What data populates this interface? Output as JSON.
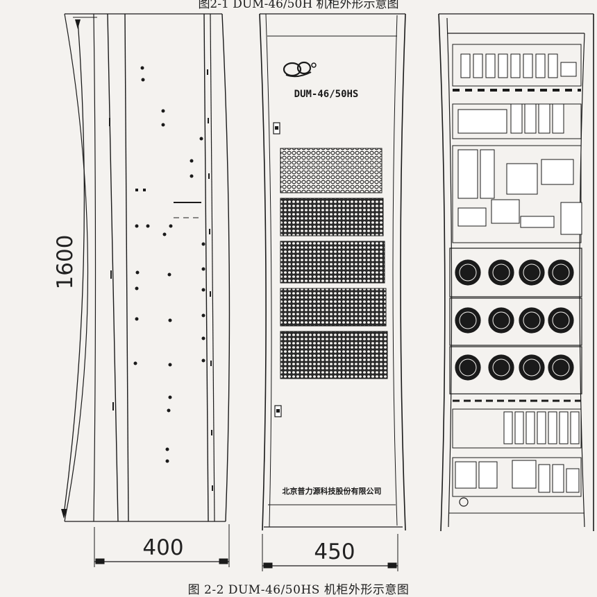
{
  "captions": {
    "top": "图2-1 DUM-46/50H 机柜外形示意图",
    "bottom": "图 2-2 DUM-46/50HS 机柜外形示意图"
  },
  "dimensions": {
    "height": "1600",
    "side_width": "400",
    "front_width": "450"
  },
  "front_panel": {
    "model": "DUM-46/50HS",
    "company": "北京普力源科技股份有限公司"
  },
  "colors": {
    "line": "#1a1a1a",
    "paper": "#f4f2ef"
  }
}
